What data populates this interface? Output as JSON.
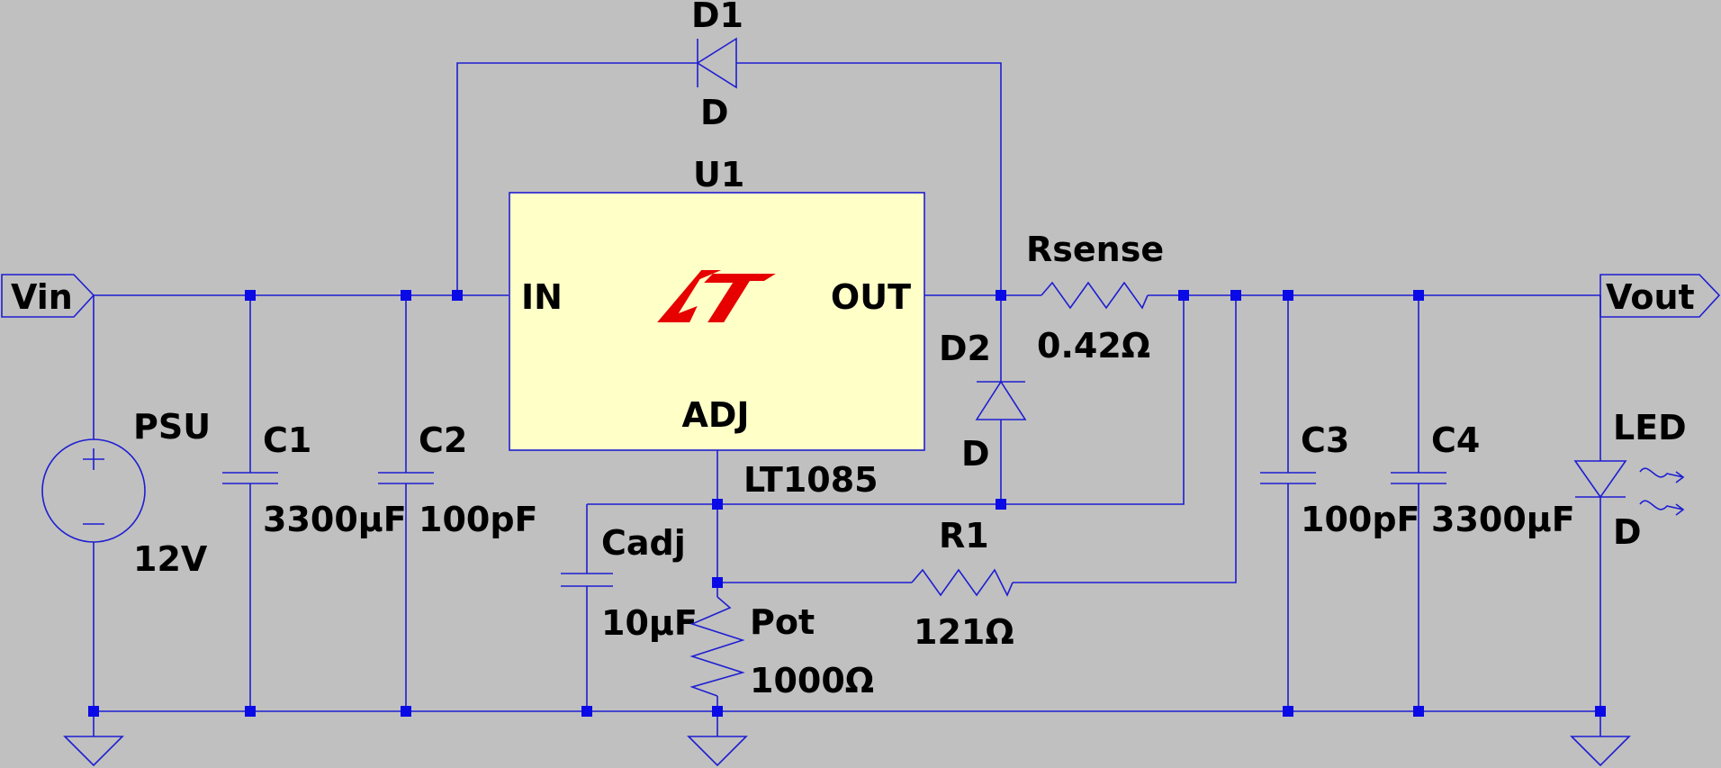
{
  "colors": {
    "background": "#c0c0c0",
    "wire": "#1e1ed2",
    "node": "#0a0ae6",
    "ic_fill": "#ffffc8",
    "logo": "#e60000",
    "text": "#000000"
  },
  "nets": {
    "vin": "Vin",
    "vout": "Vout"
  },
  "components": {
    "psu": {
      "name": "PSU",
      "value": "12V"
    },
    "c1": {
      "name": "C1",
      "value": "3300µF"
    },
    "c2": {
      "name": "C2",
      "value": "100pF"
    },
    "d1": {
      "name": "D1",
      "value": "D"
    },
    "u1": {
      "name": "U1",
      "value": "LT1085",
      "pin_in": "IN",
      "pin_out": "OUT",
      "pin_adj": "ADJ"
    },
    "d2": {
      "name": "D2",
      "value": "D"
    },
    "rsense": {
      "name": "Rsense",
      "value": "0.42Ω"
    },
    "cadj": {
      "name": "Cadj",
      "value": "10µF"
    },
    "pot": {
      "name": "Pot",
      "value": "1000Ω"
    },
    "r1": {
      "name": "R1",
      "value": "121Ω"
    },
    "c3": {
      "name": "C3",
      "value": "100pF"
    },
    "c4": {
      "name": "C4",
      "value": "3300µF"
    },
    "led": {
      "name": "LED",
      "value": "D"
    }
  },
  "icons": [
    "ground-icon",
    "voltage-source-icon",
    "capacitor-icon",
    "diode-icon",
    "resistor-icon",
    "led-icon",
    "linear-technology-logo-icon"
  ]
}
